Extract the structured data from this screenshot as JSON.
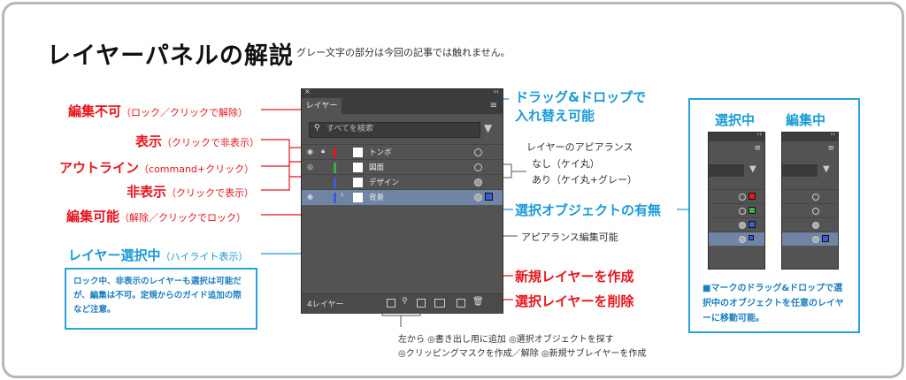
{
  "title": "レイヤーパネルの解説",
  "subtitle": "グレー文字の部分は今回の記事では触れません。",
  "panel": {
    "tab": "レイヤー",
    "search_placeholder": "すべてを検索",
    "layers": [
      {
        "name": "トンボ",
        "color": "#e8141c",
        "locked": true,
        "visible": true,
        "selected": false
      },
      {
        "name": "図面",
        "color": "#35b34a",
        "locked": false,
        "visible": true,
        "selected": false
      },
      {
        "name": "デザイン",
        "color": "#3b5bdb",
        "locked": false,
        "visible": false,
        "selected": false
      },
      {
        "name": "背景",
        "color": "#3b5bdb",
        "locked": false,
        "visible": true,
        "selected": true
      }
    ],
    "layer_count": "4レイヤー"
  },
  "labels": {
    "lock_main": "編集不可",
    "lock_sub": "（ロック／クリックで解除）",
    "show_main": "表示",
    "show_sub": "（クリックで非表示）",
    "outline_main": "アウトライン",
    "outline_sub": "（command+クリック）",
    "hide_main": "非表示",
    "hide_sub": "（クリックで表示）",
    "editable_main": "編集可能",
    "editable_sub": "（解除／クリックでロック）",
    "selected_main": "レイヤー選択中",
    "selected_sub": "（ハイライト表示）",
    "dragdrop": "ドラッグ&ドロップで\n入れ替え可能",
    "appearance_title": "レイヤーのアピアランス",
    "appearance_none": "なし（ケイ丸）",
    "appearance_some": "あり（ケイ丸+グレー）",
    "selection_obj": "選択オブジェクトの有無",
    "appearance_edit": "アピアランス編集可能",
    "new_layer": "新規レイヤーを作成",
    "delete_layer": "選択レイヤーを削除",
    "bottom_line1": "左から ◎書き出し用に追加 ◎選択オブジェクトを探す",
    "bottom_line2": "◎クリッピングマスクを作成／解除 ◎新規サブレイヤーを作成"
  },
  "note": "ロック中、非表示のレイヤーも選択は可能だが、編集は不可。定規からのガイド追加の際など注意。",
  "right_box": {
    "col1": "選択中",
    "col2": "編集中",
    "note": "■マークのドラッグ&ドロップで選択中のオブジェクトを任意のレイヤーに移動可能。"
  }
}
